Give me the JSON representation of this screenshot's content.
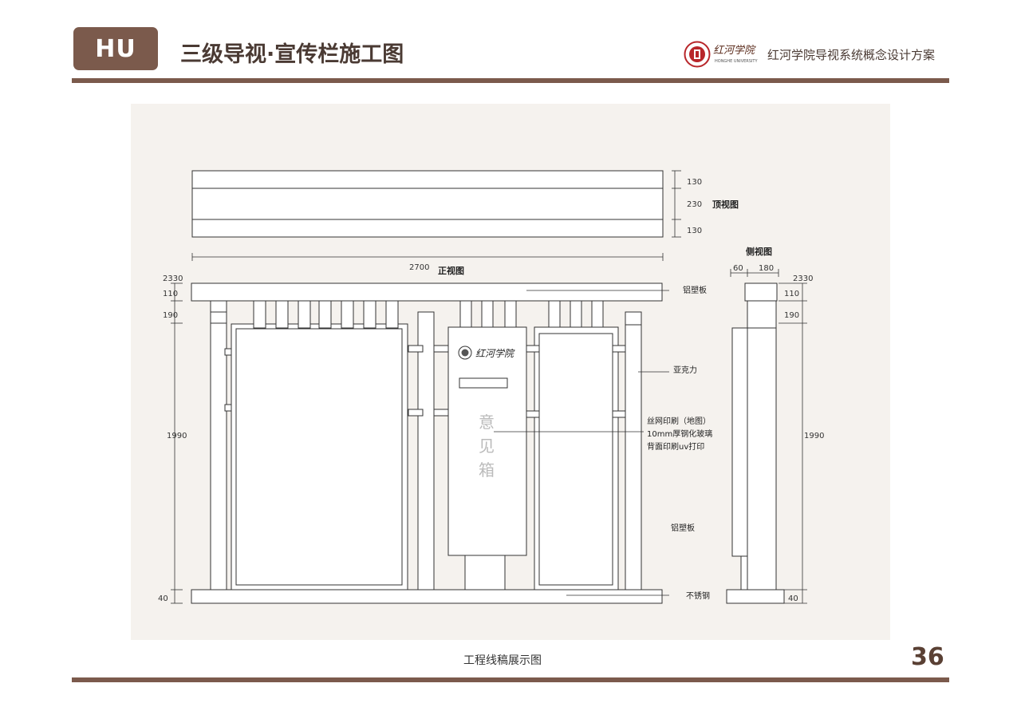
{
  "header": {
    "badge": "HU",
    "title": "三级导视·宣传栏施工图",
    "logo_script": "红河学院",
    "logo_sub": "HONGHE UNIVERSITY",
    "subtitle": "红河学院导视系统概念设计方案"
  },
  "drawing": {
    "top_view": {
      "label": "顶视图",
      "dims": [
        "130",
        "230",
        "130"
      ],
      "width_dim": "2700"
    },
    "front_view": {
      "label": "正视图",
      "height_total": "2330",
      "dims_left": [
        "110",
        "190",
        "1990",
        "40"
      ],
      "box_logo": "红河学院",
      "box_text": "意见箱"
    },
    "side_view": {
      "label": "侧视图",
      "dims_top": [
        "60",
        "180"
      ],
      "height_total": "2330",
      "dims_right": [
        "110",
        "190",
        "1990",
        "40"
      ]
    },
    "annotations": {
      "top_panel": "铝塑板",
      "acrylic": "亚克力",
      "glass_line1": "丝网印刷（地图）",
      "glass_line2": "10mm厚钢化玻璃",
      "glass_line3": "背面印刷uv打印",
      "panel": "铝塑板",
      "base": "不锈钢"
    }
  },
  "footer": {
    "caption": "工程线稿展示图",
    "page_number": "36"
  },
  "colors": {
    "brand": "#7b5a4c",
    "panel_bg": "#f5f2ee"
  }
}
